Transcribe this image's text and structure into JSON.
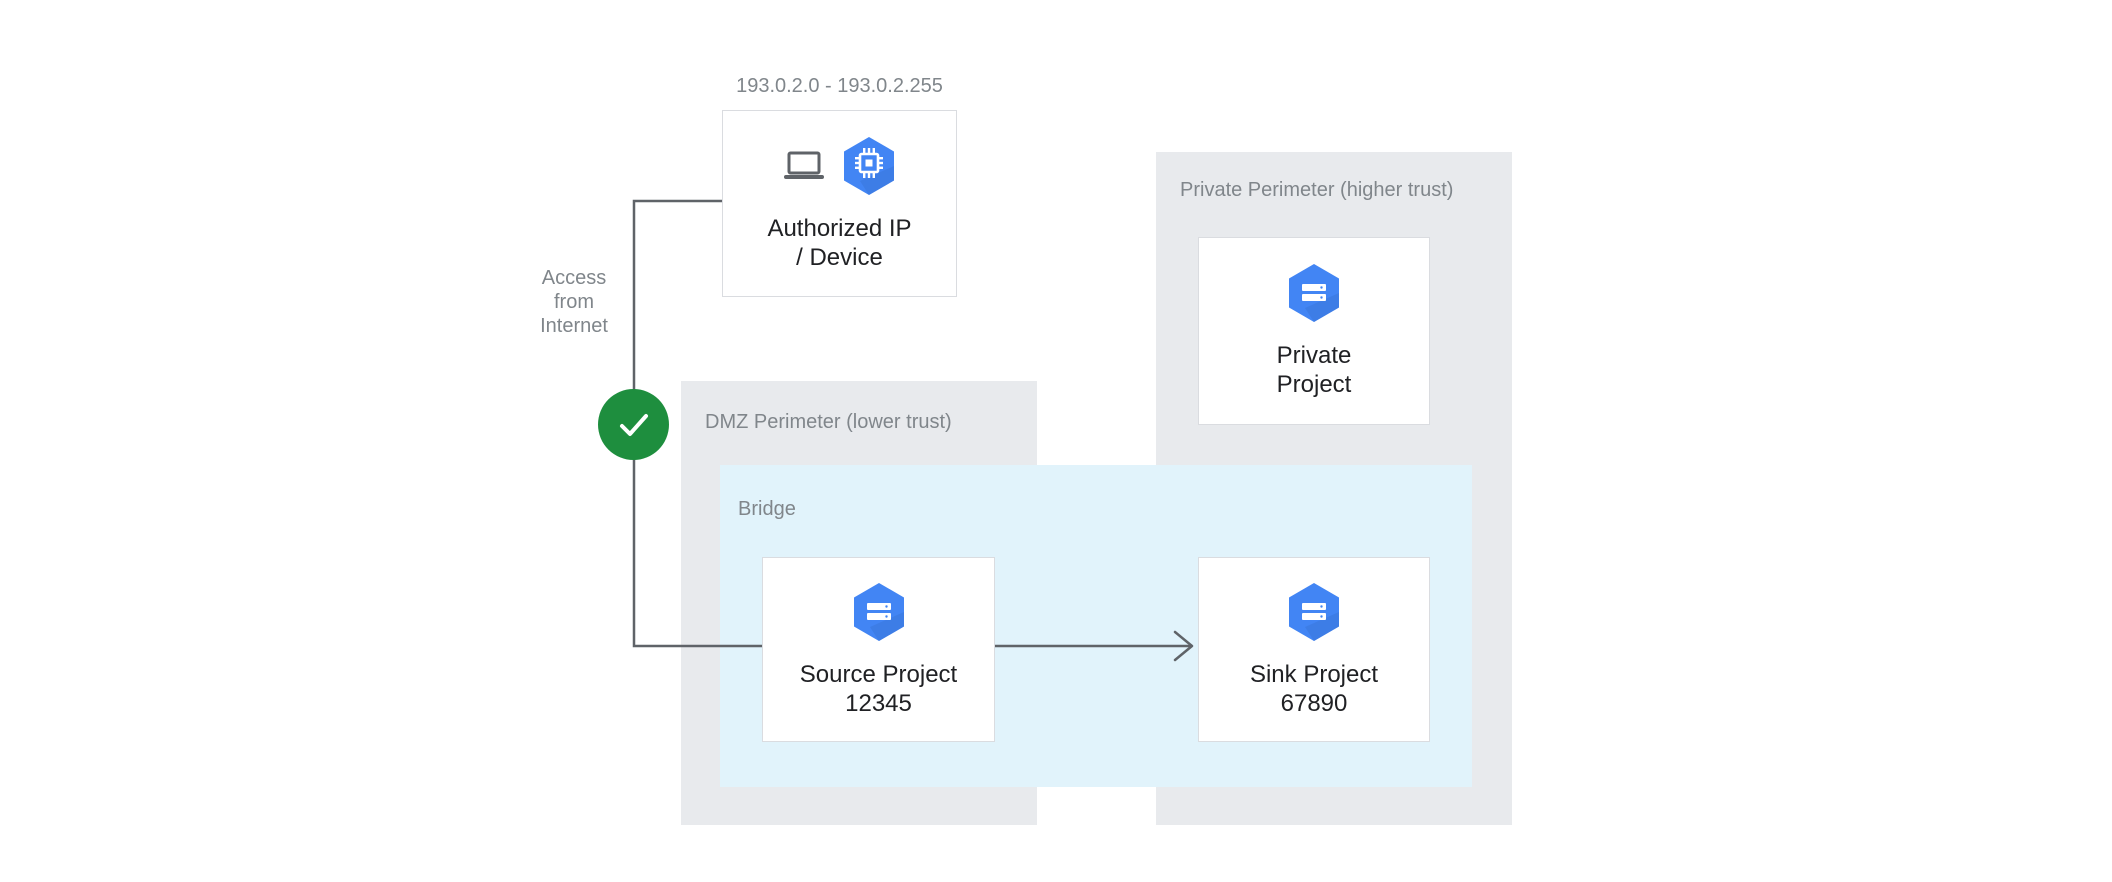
{
  "diagram": {
    "title_caption": "193.0.2.0 - 193.0.2.255",
    "access_caption": "Access\nfrom\nInternet",
    "colors": {
      "perimeter_fill": "#e8eaed",
      "bridge_fill": "#e1f3fb",
      "card_border": "#dadce0",
      "wire": "#5f6368",
      "label_text": "#80868b",
      "node_text": "#202124",
      "check_green": "#1e8e3e",
      "gcp_blue": "#4285f4",
      "device_gray": "#5f6368"
    },
    "perimeters": [
      {
        "id": "dmz",
        "label": "DMZ Perimeter (lower trust)"
      },
      {
        "id": "private",
        "label": "Private Perimeter (higher trust)"
      }
    ],
    "bridge": {
      "label": "Bridge"
    },
    "nodes": [
      {
        "id": "authorized-ip-device",
        "label": "Authorized IP\n/ Device",
        "icons": [
          "laptop-icon",
          "compute-chip-hexagon-icon"
        ]
      },
      {
        "id": "private-project",
        "label": "Private\nProject",
        "icons": [
          "project-hexagon-icon"
        ]
      },
      {
        "id": "source-project",
        "label": "Source Project\n12345",
        "icons": [
          "project-hexagon-icon"
        ]
      },
      {
        "id": "sink-project",
        "label": "Sink Project\n67890",
        "icons": [
          "project-hexagon-icon"
        ]
      }
    ],
    "badges": [
      {
        "id": "access-allowed",
        "icon": "check-icon"
      }
    ],
    "connectors": [
      {
        "id": "internet-to-source",
        "from": "authorized-ip-device",
        "to": "source-project",
        "arrow": false
      },
      {
        "id": "source-to-sink",
        "from": "source-project",
        "to": "sink-project",
        "arrow": true
      }
    ]
  }
}
